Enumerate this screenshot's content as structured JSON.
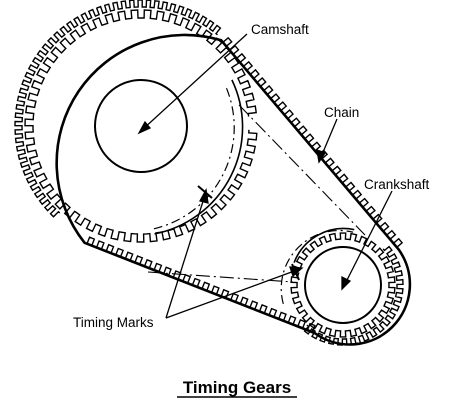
{
  "labels": {
    "camshaft": "Camshaft",
    "chain": "Chain",
    "crankshaft": "Crankshaft",
    "timing_marks": "Timing Marks"
  },
  "caption": "Timing Gears",
  "colors": {
    "ink": "#000000",
    "background": "#ffffff"
  }
}
